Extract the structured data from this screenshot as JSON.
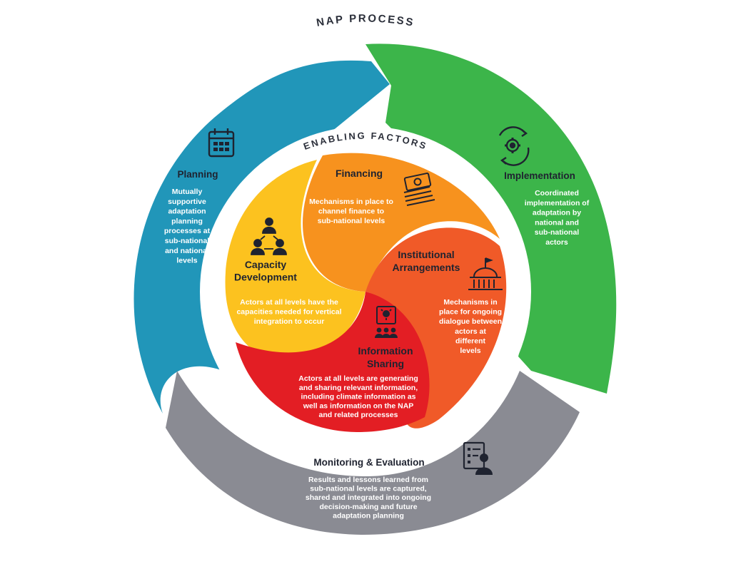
{
  "outer_title": "NAP PROCESS",
  "inner_title": "ENABLING FACTORS",
  "colors": {
    "planning": "#2196b9",
    "implementation": "#3cb54a",
    "monitoring": "#8a8b93",
    "capacity": "#fcc21f",
    "financing": "#f7921e",
    "institutional": "#f05a28",
    "information": "#e31e24",
    "dark_text": "#1f2330"
  },
  "process_stages": {
    "planning": {
      "title": "Planning",
      "icon": "calendar-icon",
      "lines": [
        "Mutually",
        "supportive",
        "adaptation",
        "planning",
        "processes at",
        "sub-national",
        "and national",
        "levels"
      ]
    },
    "implementation": {
      "title": "Implementation",
      "icon": "gear-cycle-icon",
      "lines": [
        "Coordinated",
        "implementation of",
        "adaptation by",
        "national and",
        "sub-national",
        "actors"
      ]
    },
    "monitoring": {
      "title": "Monitoring & Evaluation",
      "icon": "checklist-person-icon",
      "lines": [
        "Results and lessons learned from",
        "sub-national levels are captured,",
        "shared and integrated into ongoing",
        "decision-making and future",
        "adaptation planning"
      ]
    }
  },
  "enabling_factors": {
    "financing": {
      "title": "Financing",
      "icon": "money-stack-icon",
      "lines": [
        "Mechanisms in place to",
        "channel finance to",
        "sub-national levels"
      ]
    },
    "institutional": {
      "title_lines": [
        "Institutional",
        "Arrangements"
      ],
      "icon": "government-building-icon",
      "lines": [
        "Mechanisms in",
        "place for ongoing",
        "dialogue between",
        "actors at",
        "different",
        "levels"
      ]
    },
    "capacity": {
      "title_lines": [
        "Capacity",
        "Development"
      ],
      "icon": "team-network-icon",
      "lines": [
        "Actors at all levels have the",
        "capacities needed for vertical",
        "integration to occur"
      ]
    },
    "information": {
      "title_lines": [
        "Information",
        "Sharing"
      ],
      "icon": "presentation-audience-icon",
      "lines": [
        "Actors at all levels are generating",
        "and sharing relevant information,",
        "including climate information as",
        "well as information on the NAP",
        "and related processes"
      ]
    }
  }
}
